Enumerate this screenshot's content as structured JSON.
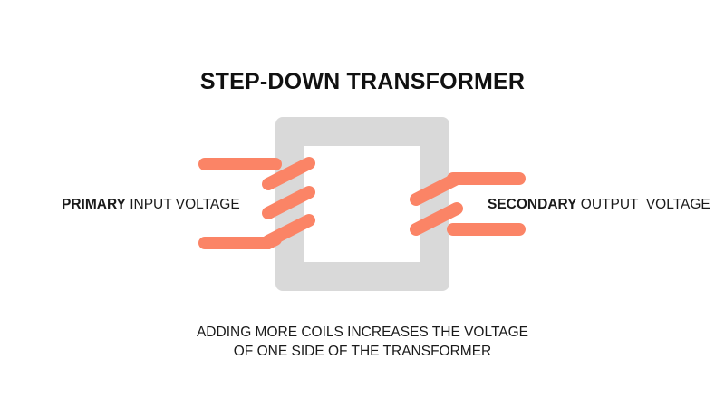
{
  "title": "STEP-DOWN TRANSFORMER",
  "primary": {
    "bold": "PRIMARY",
    "rest": " INPUT VOLTAGE"
  },
  "secondary": {
    "bold": "SECONDARY",
    "rest": " OUTPUT  VOLTAGE"
  },
  "caption": {
    "line1": "ADDING MORE COILS INCREASES THE VOLTAGE",
    "line2": "OF ONE SIDE OF THE TRANSFORMER"
  },
  "colors": {
    "core": "#d9d9d9",
    "coil": "#fb8466"
  },
  "icons": {
    "core": "transformer-core-shape",
    "coil": "coil-winding-shape"
  }
}
